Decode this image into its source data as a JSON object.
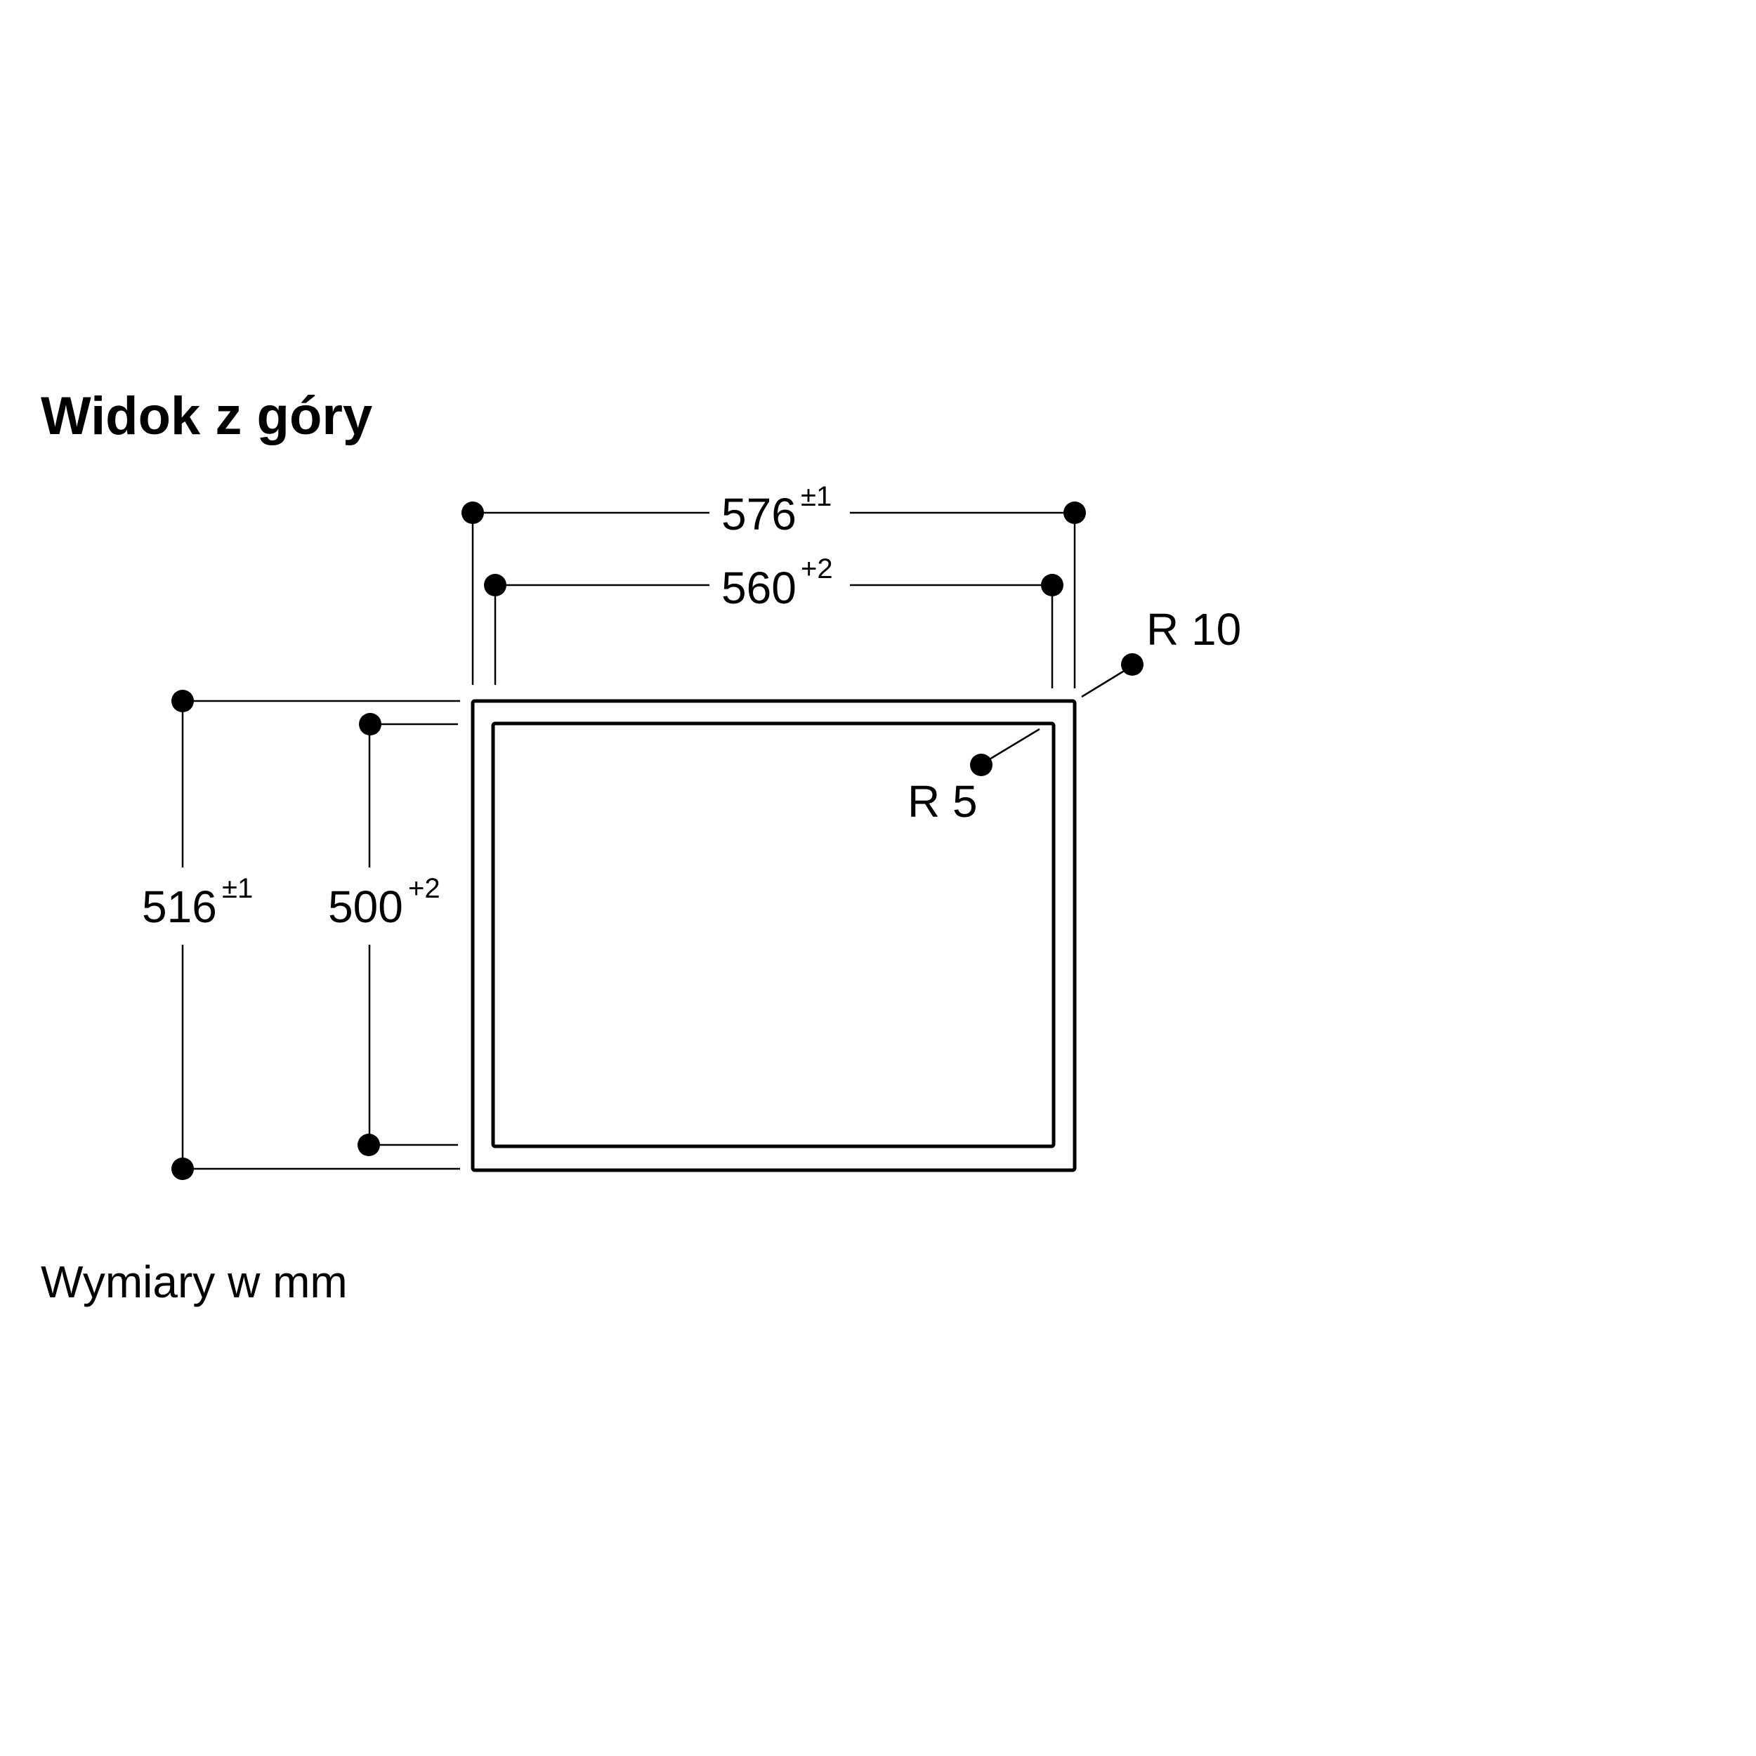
{
  "title": "Widok z góry",
  "footnote": "Wymiary w mm",
  "dimensions": {
    "outer_width": {
      "value": "576",
      "tolerance": "±1"
    },
    "inner_width": {
      "value": "560",
      "tolerance": "+2"
    },
    "outer_height": {
      "value": "516",
      "tolerance": "±1"
    },
    "inner_height": {
      "value": "500",
      "tolerance": "+2"
    },
    "outer_radius": "R 10",
    "inner_radius": "R 5"
  },
  "colors": {
    "ink": "#000000",
    "background": "#ffffff"
  }
}
